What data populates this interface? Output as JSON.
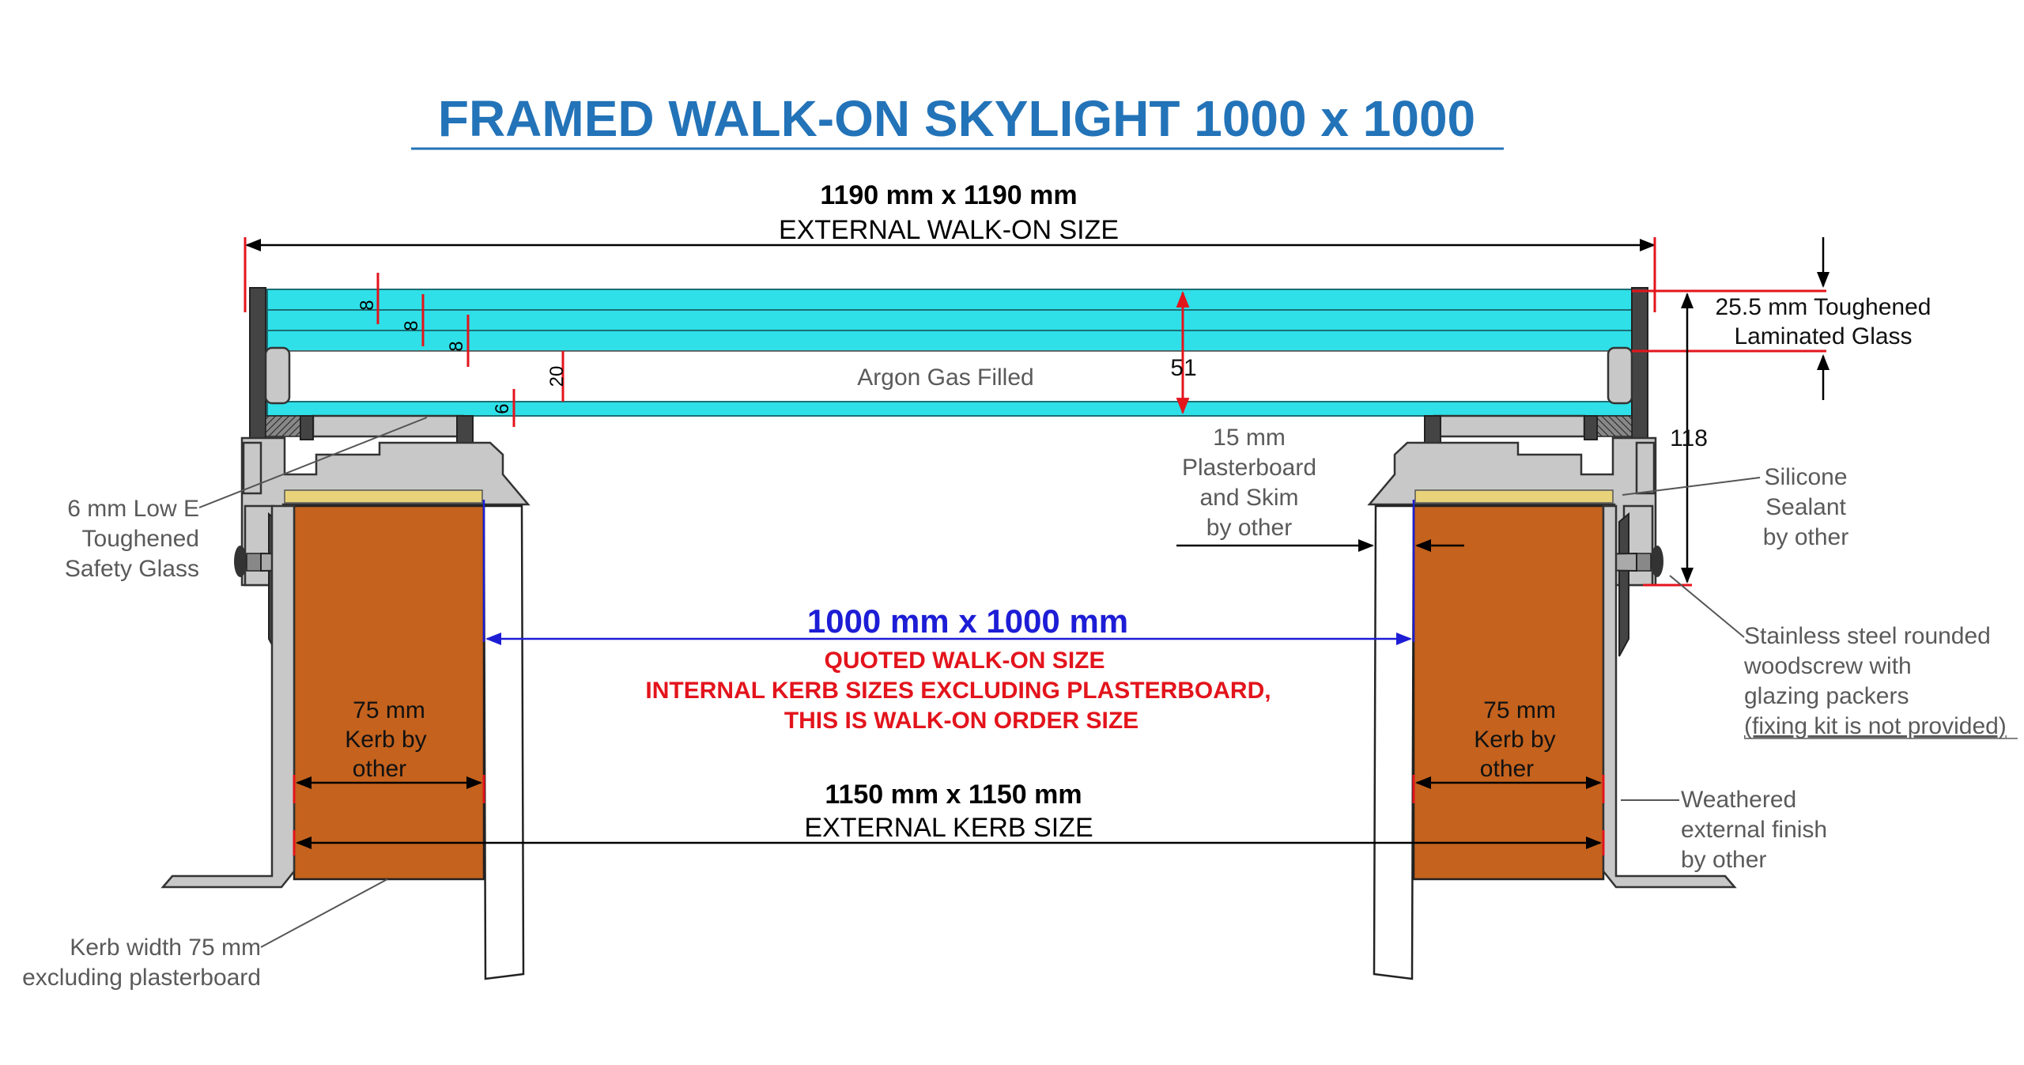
{
  "title": "FRAMED WALK-ON SKYLIGHT 1000 x 1000",
  "colors": {
    "title": "#2373b8",
    "glass": "#2fe0e8",
    "kerb": "#c4621e",
    "red_dim": "#e3141c",
    "blue_dim": "#1d1dd6"
  },
  "external_walk_on": {
    "size": "1190 mm x 1190 mm",
    "label": "EXTERNAL WALK-ON SIZE"
  },
  "glass_layers": {
    "layer1": "8",
    "layer2": "8",
    "layer3": "8",
    "gap": "20",
    "inner": "6",
    "total": "51",
    "argon": "Argon Gas Filled"
  },
  "laminated": {
    "line1": "25.5 mm Toughened",
    "line2": "Laminated Glass"
  },
  "height_118": "118",
  "low_e": {
    "line1": "6 mm Low E",
    "line2": "Toughened",
    "line3": "Safety Glass"
  },
  "plasterboard": {
    "line1": "15 mm",
    "line2": "Plasterboard",
    "line3": "and Skim",
    "line4": "by other"
  },
  "silicone": {
    "line1": "Silicone",
    "line2": "Sealant",
    "line3": "by other"
  },
  "screw": {
    "line1": "Stainless steel rounded",
    "line2": "woodscrew with",
    "line3": "glazing packers",
    "line4": "(fixing kit is not provided)"
  },
  "quoted": {
    "size": "1000 mm x 1000 mm",
    "line1": "QUOTED WALK-ON SIZE",
    "line2": "INTERNAL KERB SIZES EXCLUDING PLASTERBOARD,",
    "line3": "THIS IS WALK-ON ORDER SIZE"
  },
  "kerb_left": {
    "line1": "75 mm",
    "line2": "Kerb by",
    "line3": "other"
  },
  "kerb_right": {
    "line1": "75 mm",
    "line2": "Kerb by",
    "line3": "other"
  },
  "external_kerb": {
    "size": "1150 mm x 1150 mm",
    "label": "EXTERNAL KERB SIZE"
  },
  "weathered": {
    "line1": "Weathered",
    "line2": "external finish",
    "line3": "by other"
  },
  "kerb_width": {
    "line1": "Kerb width 75 mm",
    "line2": "excluding plasterboard"
  }
}
